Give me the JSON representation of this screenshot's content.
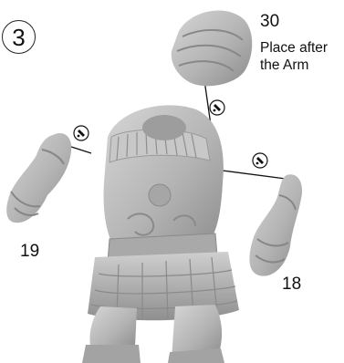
{
  "step": {
    "number": "3"
  },
  "parts": {
    "shoulder": {
      "number": "30",
      "note_line1": "Place after",
      "note_line2": "the Arm"
    },
    "left_arm": {
      "number": "19"
    },
    "right_arm": {
      "number": "18"
    }
  },
  "colors": {
    "miniature": "#b9b9b9",
    "miniature_shade": "#8e8e8e",
    "line": "#111111"
  },
  "icons": [
    "glue-icon",
    "glue-icon",
    "glue-icon"
  ]
}
